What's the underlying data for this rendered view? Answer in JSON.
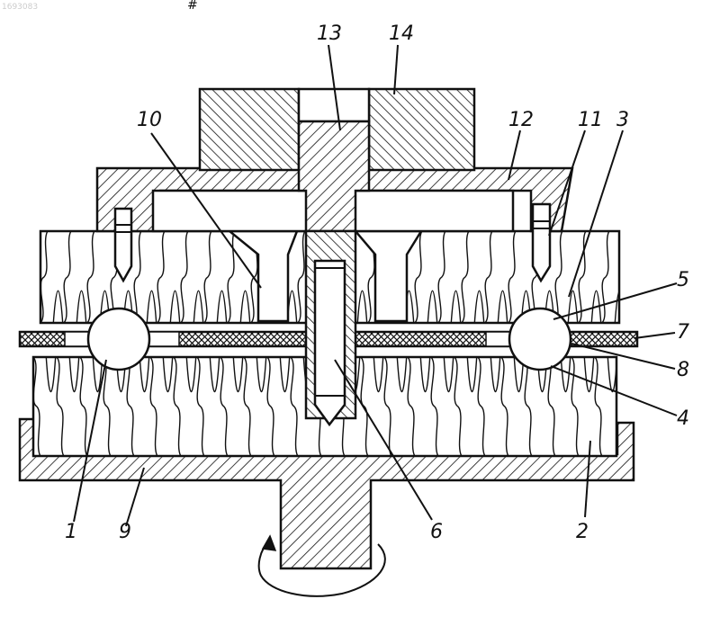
{
  "watermark": "1693083",
  "stray_mark": "#",
  "labels": {
    "l1": "1",
    "l2": "2",
    "l3": "3",
    "l4": "4",
    "l5": "5",
    "l6": "6",
    "l7": "7",
    "l8": "8",
    "l9": "9",
    "l10": "10",
    "l11": "11",
    "l12": "12",
    "l13": "13",
    "l14": "14"
  },
  "colors": {
    "ink": "#111111",
    "paper": "#ffffff",
    "ball": "#ffffff"
  },
  "rotation_indicator": "curved-arrow-icon"
}
